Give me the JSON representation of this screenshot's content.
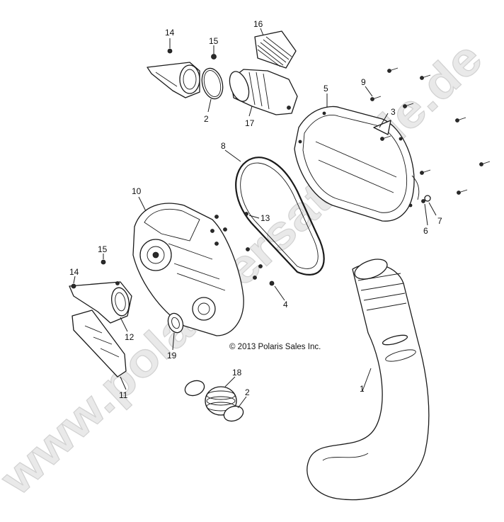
{
  "watermark": "www.polarisersatzteile.de",
  "copyright": "© 2013 Polaris Sales Inc.",
  "callouts": {
    "c1": "1",
    "c2a": "2",
    "c2b": "2",
    "c3": "3",
    "c4": "4",
    "c5": "5",
    "c6": "6",
    "c7": "7",
    "c8": "8",
    "c9": "9",
    "c10": "10",
    "c11": "11",
    "c12": "12",
    "c13": "13",
    "c14a": "14",
    "c14b": "14",
    "c15a": "15",
    "c15b": "15",
    "c16": "16",
    "c17": "17",
    "c18": "18",
    "c19": "19"
  }
}
